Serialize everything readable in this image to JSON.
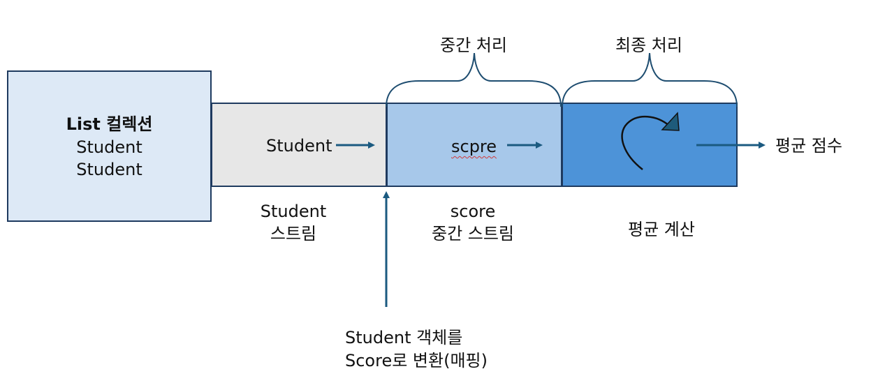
{
  "collection": {
    "title": "List 컬렉션",
    "item1": "Student",
    "item2": "Student"
  },
  "student_stream": {
    "inner_label": "Student",
    "below_line1": "Student",
    "below_line2": "스트림"
  },
  "score_stream": {
    "inner_label": "scpre",
    "below_line1": "score",
    "below_line2": "중간 스트림"
  },
  "average_stage": {
    "below_label": "평균 계산"
  },
  "output_label": "평균 점수",
  "brace_intermediate": "중간 처리",
  "brace_final": "최종 처리",
  "mapping_note": {
    "line1": "Student 객체를",
    "line2": "Score로 변환(매핑)"
  },
  "colors": {
    "collection_fill": "#dde9f6",
    "student_stream_fill": "#e7e7e7",
    "score_stream_fill": "#a7c8ea",
    "average_fill": "#4d93d8",
    "arrow": "#1b5a80",
    "outline": "#1e3a5f"
  }
}
